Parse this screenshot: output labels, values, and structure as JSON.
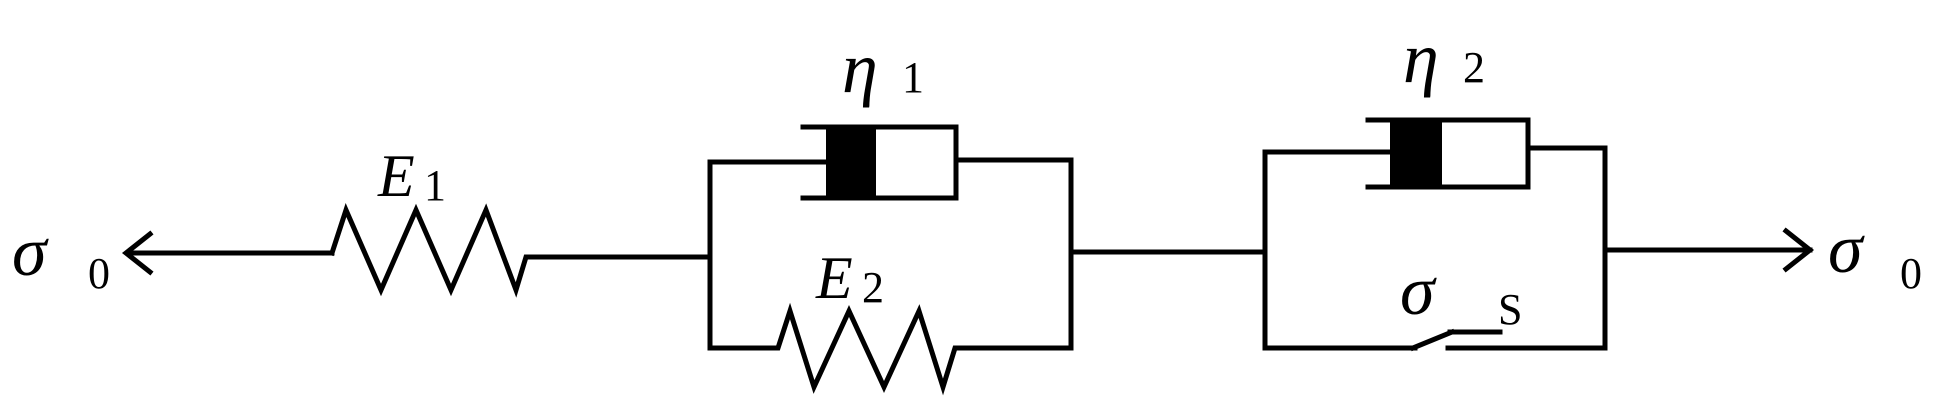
{
  "labels": {
    "sigma_left": "σ",
    "sigma_left_sub": "0",
    "sigma_right": "σ",
    "sigma_right_sub": "0",
    "e1": "E",
    "e1_sub": "1",
    "e2": "E",
    "e2_sub": "2",
    "eta1": "η",
    "eta1_sub": "1",
    "eta2": "η",
    "eta2_sub": "2",
    "sigma_s": "σ",
    "sigma_s_sub": "S"
  }
}
